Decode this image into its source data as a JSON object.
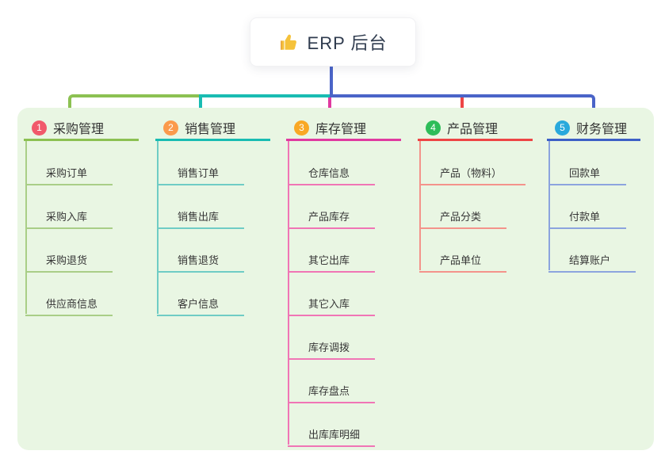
{
  "root": {
    "label": "ERP 后台",
    "icon": "thumbs-up-icon",
    "icon_color": "#F5C23B"
  },
  "colors": {
    "canvas_bg": "#FFFFFF",
    "panel_bg": "#E9F6E3",
    "root_text": "#2F3B4E",
    "connector_blue": "#4A64C8",
    "connector_teal": "#19BCB2",
    "connector_green": "#8CC152",
    "connector_magenta": "#E03AA0",
    "connector_red": "#EE4545"
  },
  "branches": [
    {
      "number": "1",
      "title": "采购管理",
      "badge_color": "#F1596B",
      "line_color": "#8CC152",
      "item_line_color": "#A9CE87",
      "items": [
        "采购订单",
        "采购入库",
        "采购退货",
        "供应商信息"
      ]
    },
    {
      "number": "2",
      "title": "销售管理",
      "badge_color": "#FB9A4C",
      "line_color": "#19BCB2",
      "item_line_color": "#6FCCC5",
      "items": [
        "销售订单",
        "销售出库",
        "销售退货",
        "客户信息"
      ]
    },
    {
      "number": "3",
      "title": "库存管理",
      "badge_color": "#F9A825",
      "line_color": "#E03AA0",
      "item_line_color": "#F075B5",
      "items": [
        "仓库信息",
        "产品库存",
        "其它出库",
        "其它入库",
        "库存调拨",
        "库存盘点",
        "出库库明细"
      ]
    },
    {
      "number": "4",
      "title": "产品管理",
      "badge_color": "#2EBD59",
      "line_color": "#EE4545",
      "item_line_color": "#F4938B",
      "items": [
        "产品（物料）",
        "产品分类",
        "产品单位"
      ]
    },
    {
      "number": "5",
      "title": "财务管理",
      "badge_color": "#29A9DC",
      "line_color": "#3D60C6",
      "item_line_color": "#8CA4DE",
      "items": [
        "回款单",
        "付款单",
        "结算账户"
      ]
    }
  ]
}
